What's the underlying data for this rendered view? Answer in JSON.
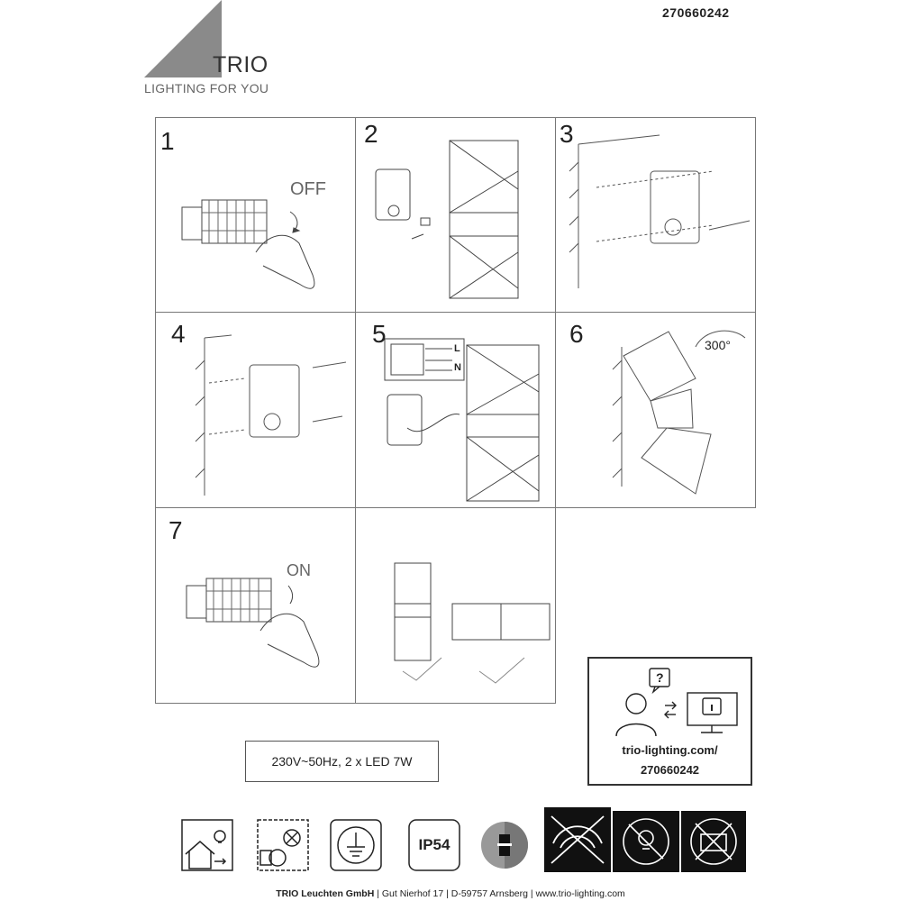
{
  "header": {
    "doc_number": "270660242",
    "brand_name": "TRIO",
    "brand_tagline": "LIGHTING FOR YOU"
  },
  "steps": [
    {
      "number": "1",
      "label": "OFF"
    },
    {
      "number": "2"
    },
    {
      "number": "3"
    },
    {
      "number": "4"
    },
    {
      "number": "5",
      "terminal_labels": [
        "L",
        "N"
      ]
    },
    {
      "number": "6",
      "rotation": "300°"
    },
    {
      "number": "7",
      "label": "ON"
    }
  ],
  "spec": {
    "text": "230V~50Hz, 2 x LED 7W"
  },
  "support": {
    "url_line1": "trio-lighting.com/",
    "url_line2": "270660242"
  },
  "symbols": [
    {
      "icon": "indoor-outdoor-icon"
    },
    {
      "icon": "replaceable-lamp-icon"
    },
    {
      "icon": "protective-earth-icon"
    },
    {
      "icon": "ip-rating-icon",
      "label": "IP54"
    },
    {
      "icon": "light-direction-icon"
    },
    {
      "icon": "no-dimmer-icon"
    },
    {
      "icon": "led-not-replaceable-icon"
    },
    {
      "icon": "no-household-waste-icon"
    }
  ],
  "footer": {
    "company": "TRIO Leuchten GmbH",
    "address": "Gut Nierhof 17",
    "city": "D-59757 Arnsberg",
    "website": "www.trio-lighting.com"
  }
}
